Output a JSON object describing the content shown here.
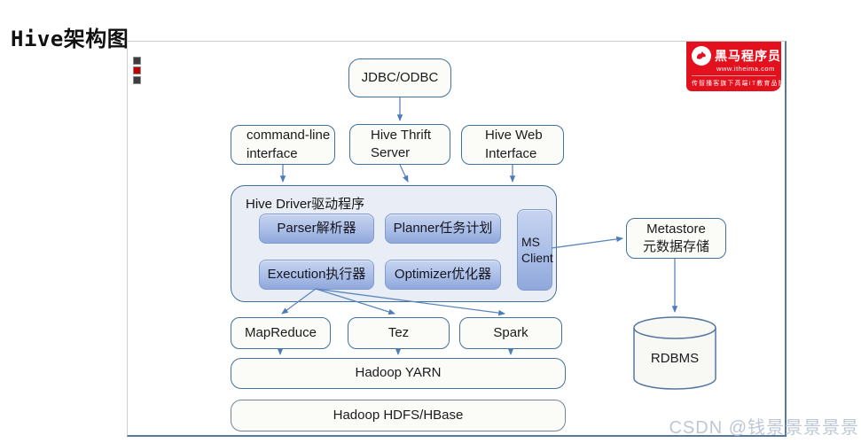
{
  "title": {
    "prefix": "Hive",
    "suffix": "架构图"
  },
  "watermark": "CSDN @钱景景景景景",
  "logo": {
    "brand": "黑马程序员",
    "website": "www.itheima.com",
    "tagline": "传智播客旗下高端IT教育品牌"
  },
  "colors": {
    "logo_red": "#e3101e",
    "arrow_blue": "#4e7cb8",
    "box_border_blue": "#41719c",
    "driver_fill": "#e9eef6",
    "inner_box_gradient_top": "#c7d4f0",
    "inner_box_gradient_bottom": "#8fa7da",
    "canvas_shadow_edge": "#54789e",
    "marker_dark": "#3d3d3d",
    "marker_red": "#c00000",
    "watermark_gray": "#bdc7d5"
  },
  "nodes": {
    "jdbc": "JDBC/ODBC",
    "cli": "command-line\ninterface",
    "thrift": "Hive Thrift\nServer",
    "web": "Hive Web\nInterface",
    "driver": "Hive Driver驱动程序",
    "parser": "Parser解析器",
    "planner": "Planner任务计划",
    "execution": "Execution执行器",
    "optimizer": "Optimizer优化器",
    "ms_client": "MS\nClient",
    "metastore": "Metastore\n元数据存储",
    "mapreduce": "MapReduce",
    "tez": "Tez",
    "spark": "Spark",
    "yarn": "Hadoop YARN",
    "hdfs": "Hadoop HDFS/HBase",
    "rdbms": "RDBMS"
  }
}
